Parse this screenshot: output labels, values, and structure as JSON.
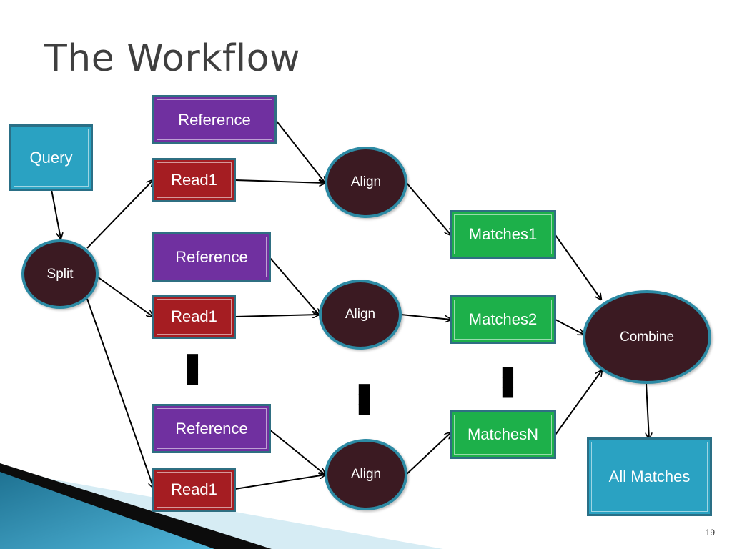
{
  "slide": {
    "title": "The Workflow",
    "page_number": "19"
  },
  "nodes": {
    "query": "Query",
    "split": "Split",
    "reference_1": "Reference",
    "read_1": "Read1",
    "reference_2": "Reference",
    "read_2": "Read1",
    "reference_3": "Reference",
    "read_3": "Read1",
    "align_1": "Align",
    "align_2": "Align",
    "align_3": "Align",
    "matches_1": "Matches1",
    "matches_2": "Matches2",
    "matches_n": "MatchesN",
    "combine": "Combine",
    "all_matches": "All Matches"
  },
  "colors": {
    "reference": "#7030a0",
    "read": "#a51d22",
    "matches": "#1db04a",
    "query_output": "#2aa2c2",
    "process_node": "#3b1a22",
    "node_border": "#2c8aa4"
  }
}
